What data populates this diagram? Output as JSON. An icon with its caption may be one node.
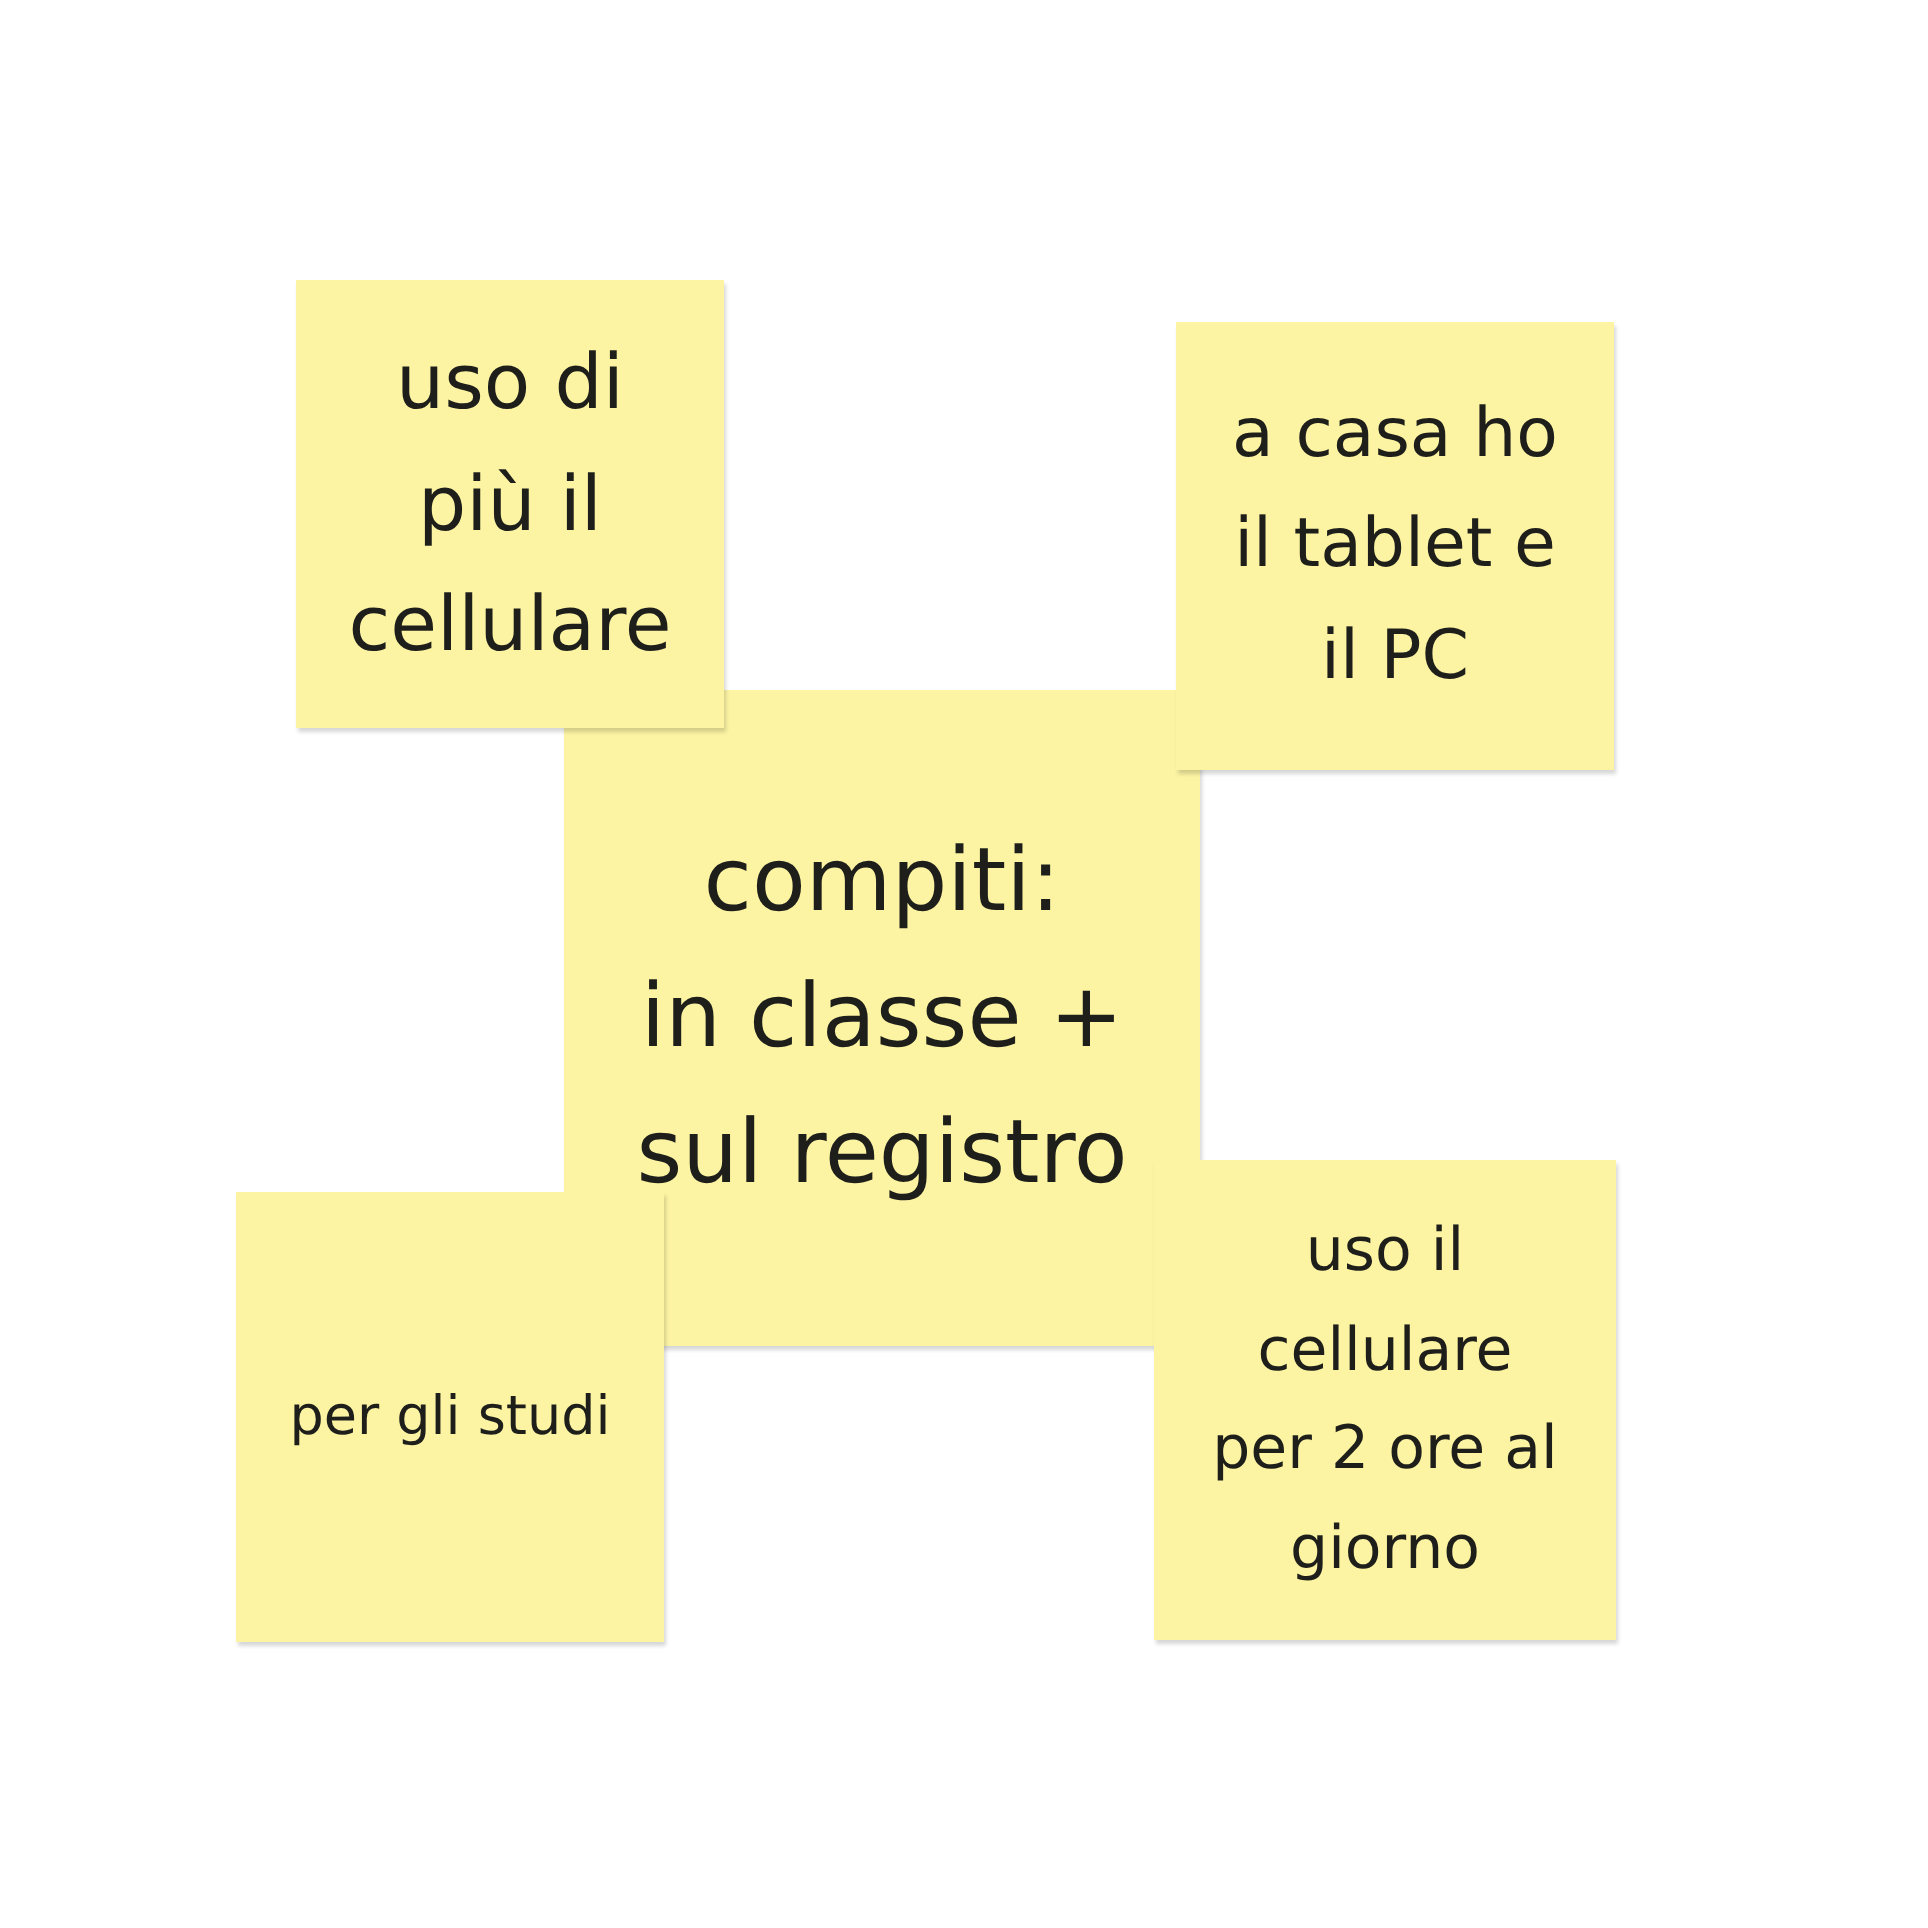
{
  "diagram": {
    "nodes": [
      {
        "text": [
          "uso di più il cellulare"
        ]
      },
      {
        "text": [
          "a casa ho il tablet e il PC"
        ]
      },
      {
        "text": [
          "compiti:",
          "in classe + sul registro"
        ]
      },
      {
        "text": [
          "per gli studi"
        ]
      },
      {
        "text": [
          "uso il cellulare per 2 ore al giorno"
        ]
      }
    ]
  }
}
